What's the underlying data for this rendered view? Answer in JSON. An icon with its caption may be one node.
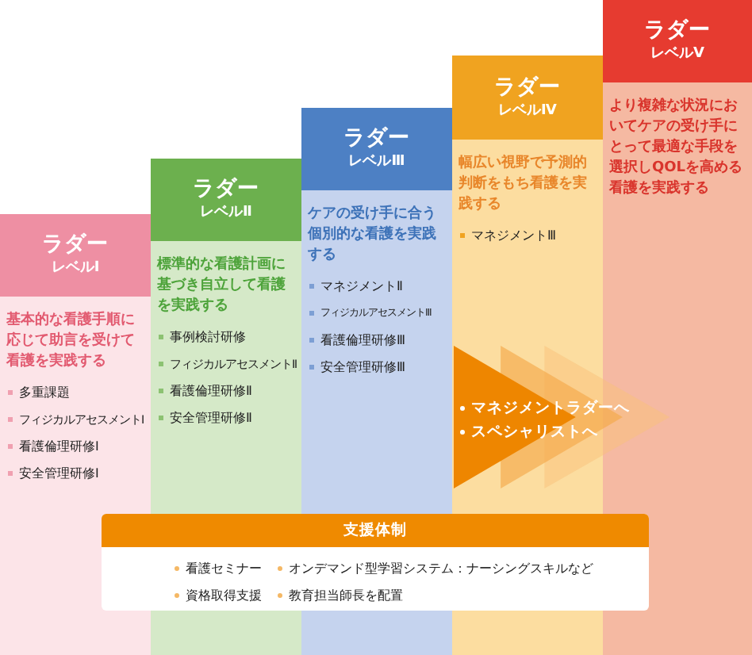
{
  "diagram": {
    "nodes": [
      {
        "text": [
          "ラダー",
          "レベルⅠ",
          "基本的な看護手順に応じて助言を受けて看護を実践する",
          "多重課題",
          "フィジカルアセスメントⅠ",
          "看護倫理研修Ⅰ",
          "安全管理研修Ⅰ"
        ]
      },
      {
        "text": [
          "ラダー",
          "レベルⅡ",
          "標準的な看護計画に基づき自立して看護を実践する",
          "事例検討研修",
          "フィジカルアセスメントⅡ",
          "看護倫理研修Ⅱ",
          "安全管理研修Ⅱ"
        ]
      },
      {
        "text": [
          "ラダー",
          "レベルⅢ",
          "ケアの受け手に合う個別的な看護を実践する",
          "マネジメントⅡ",
          "フィジカルアセスメントⅢ",
          "看護倫理研修Ⅲ",
          "安全管理研修Ⅲ"
        ]
      },
      {
        "text": [
          "ラダー",
          "レベルⅣ",
          "幅広い視野で予測的判断をもち看護を実践する",
          "マネジメントⅢ"
        ]
      },
      {
        "text": [
          "ラダー",
          "レベルⅤ",
          "より複雑な状況においてケアの受け手にとって最適な手段を選択しQOLを高める看護を実践する"
        ]
      },
      {
        "text": [
          "マネジメントラダーへ",
          "スペシャリストへ"
        ]
      },
      {
        "text": [
          "支援体制",
          "看護セミナー",
          "オンデマンド型学習システム：ナーシングスキルなど",
          "資格取得支援",
          "教育担当師長を配置"
        ]
      }
    ]
  }
}
